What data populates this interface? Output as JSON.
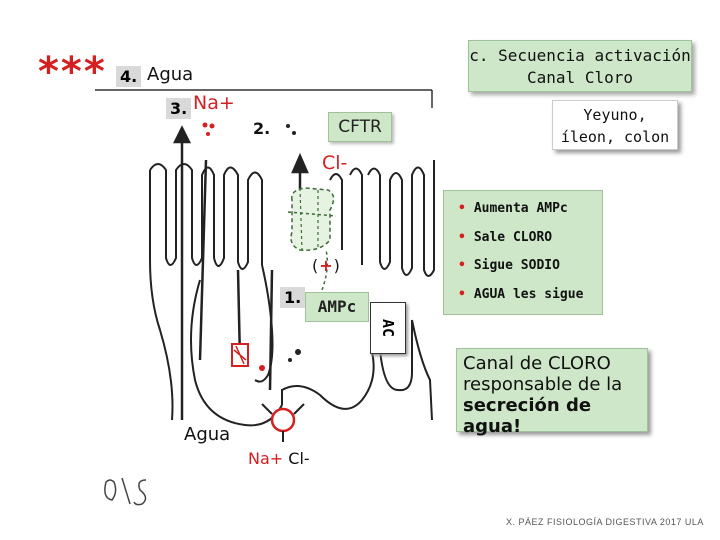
{
  "header": {
    "stars": "***",
    "step4_number": "4.",
    "step4_label": "Agua",
    "title_line1": "c. Secuencia activación",
    "title_line2": "Canal Cloro",
    "location_line1": "Yeyuno,",
    "location_line2": "íleon, colon"
  },
  "diagram": {
    "step3_number": "3.",
    "step3_ion": "Na+",
    "step2_number": "2.",
    "channel_label": "CFTR",
    "cl_label": "Cl-",
    "activation_open": "(",
    "activation_plus": "+",
    "activation_close": ")",
    "step1_number": "1.",
    "messenger_label": "AMPc",
    "enzyme_label": "AC",
    "agua_bottom": "Agua",
    "na_bottom": "Na+",
    "cl_bottom": "Cl-"
  },
  "bullets": [
    "Aumenta AMPc",
    "Sale CLORO",
    "Sigue SODIO",
    "AGUA les sigue"
  ],
  "description": {
    "line1": "Canal de CLORO",
    "line2": "responsable de la",
    "line3": "secreción de agua!"
  },
  "footer": {
    "credit": "X. PÁEZ  FISIOLOGÍA DIGESTIVA 2017 ULA"
  },
  "colors": {
    "accent_red": "#d42020",
    "box_green": "#cde7c8"
  }
}
